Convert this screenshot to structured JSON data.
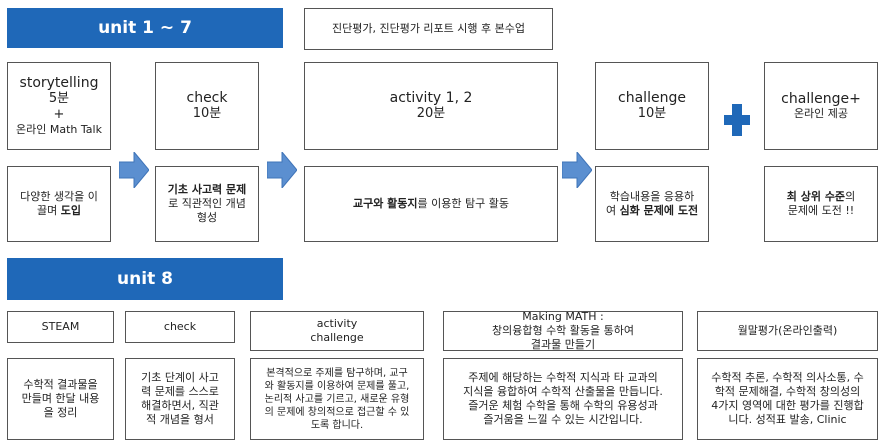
{
  "section1": {
    "title": "unit 1 ~ 7",
    "note": "진단평가, 진단평가 리포트 시행 후 본수업",
    "steps": [
      {
        "name": "storytelling",
        "time": "5분",
        "plus": "+",
        "extra": "온라인 Math Talk",
        "desc_normal_1": "다양한 생각을 이",
        "desc_normal_2": "끌며 ",
        "desc_bold_2": "도입"
      },
      {
        "name": "check",
        "time": "10분",
        "desc_bold_1": "기초 사고력 문제",
        "desc_normal_2": "로 직관적인 개념",
        "desc_normal_3": "형성"
      },
      {
        "name": "activity 1, 2",
        "time": "20분",
        "desc_bold_1": "교구와 활동지",
        "desc_normal_1": "를 이용한 탐구 활동"
      },
      {
        "name": "challenge",
        "time": "10분",
        "desc_normal_1": "학습내용을 응용하",
        "desc_normal_2": "여 ",
        "desc_bold_2": "심화 문제에 도전"
      },
      {
        "name": "challenge+",
        "time": "온라인 제공",
        "desc_bold_1": "최 상위 수준",
        "desc_normal_1": "의",
        "desc_normal_2": "문제에 도전 !!"
      }
    ]
  },
  "section2": {
    "title": "unit 8",
    "steps": [
      {
        "name": "STEAM",
        "desc": [
          "수학적 결과물을",
          "만들며 한달 내용",
          "을 정리"
        ]
      },
      {
        "name": "check",
        "desc": [
          "기초 단계이 사고",
          "력 문제를 스스로",
          "해결하면서, 직관",
          "적 개념을 형서"
        ]
      },
      {
        "name_1": "activity",
        "name_2": "challenge",
        "desc": [
          "본격적으로 주제를 탐구하며, 교구",
          "와 활동지를 이용하여 문제를 풀고,",
          "논리적 사고를 기르고, 새로운 유형",
          "의 문제에 창의적으로 접근할 수 있",
          "도록 합니다."
        ]
      },
      {
        "name_1": "Making MATH :",
        "name_2": "창의융합형 수학 활동을 통하여",
        "name_3": "결과물 만들기",
        "desc": [
          "주제에 해당하는 수학적 지식과 타 교과의",
          "지식을 융합하여 수학적 산출물을 만듭니다.",
          "즐거운 체험 수학을 통해 수학의 유용성과",
          "즐거움을 느낄 수 있는 시간입니다."
        ]
      },
      {
        "name": "월말평가(온라인출력)",
        "desc": [
          "수학적 추론, 수학적 의사소통, 수",
          "학적 문제해결, 수학적 창의성의",
          "4가지 영역에 대한 평가를 진행합",
          "니다. 성적표 발송, Clinic"
        ]
      }
    ]
  },
  "colors": {
    "banner": "#1f68b8",
    "arrow": "#5b8fd0",
    "plus": "#1f68b8",
    "border": "#555555"
  }
}
